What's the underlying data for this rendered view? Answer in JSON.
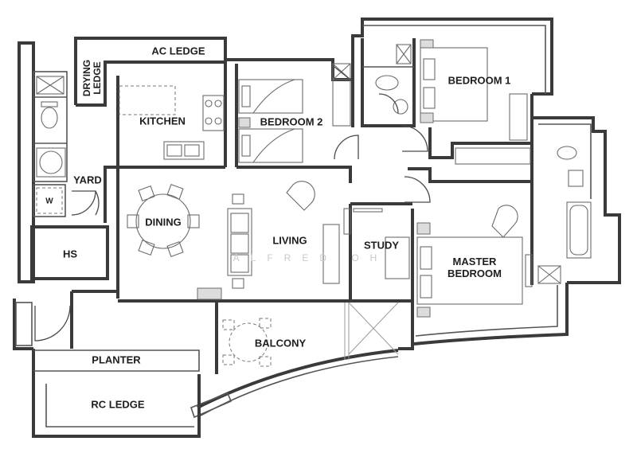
{
  "rooms": {
    "ac_ledge": "AC LEDGE",
    "drying_ledge": "DRYING\nLEDGE",
    "kitchen": "KITCHEN",
    "bedroom2": "BEDROOM 2",
    "bedroom1": "BEDROOM 1",
    "yard": "YARD",
    "dining": "DINING",
    "living": "LIVING",
    "study": "STUDY",
    "master_bedroom": "MASTER\nBEDROOM",
    "hs": "HS",
    "balcony": "BALCONY",
    "planter": "PLANTER",
    "rc_ledge": "RC LEDGE"
  },
  "appliance_label": "W",
  "watermark": "ALFRED OH"
}
